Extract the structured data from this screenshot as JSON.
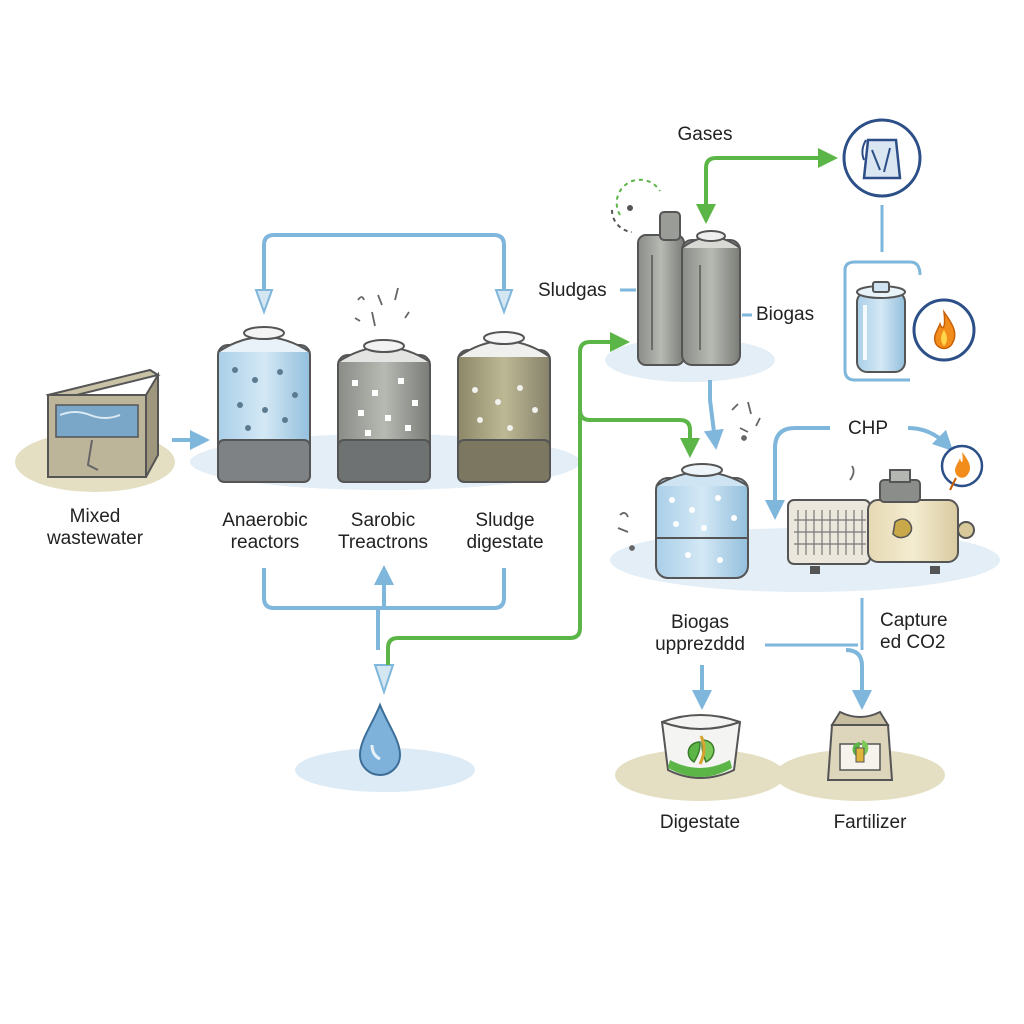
{
  "colors": {
    "water_blue": "#9cc6e3",
    "pipe_blue": "#7fb6dc",
    "pipe_green": "#5cb547",
    "sludge_olive": "#8f8b70",
    "steel_gray": "#7d7f79",
    "flame_orange": "#f28c1a",
    "icon_navy": "#2c4f88",
    "ground_beige": "#e4dfc2"
  },
  "labels": {
    "mixed_wastewater": [
      "Mixed",
      "wastewater"
    ],
    "anaerobic_reactors": [
      "Anaerobic",
      "reactors"
    ],
    "aerobic_treatment": [
      "Sarobic",
      "Treactrons"
    ],
    "sludge_digestate": [
      "Sludge",
      "digestate"
    ],
    "gases": "Gases",
    "sludgas": "Sludgas",
    "biogas": "Biogas",
    "chp": "CHP",
    "biogas_upgraded": [
      "Biogas",
      "upprezddd"
    ],
    "captured_co2": [
      "Capture",
      "ed CO2"
    ],
    "digestate": "Digestate",
    "fertilizer": "Fartilizer"
  },
  "icons": {
    "wastewater_tank": "tank-icon",
    "anaerobic_reactor": "reactor-icon",
    "aerobic_reactor": "reactor-icon",
    "sludge_tank": "tank-icon",
    "gas_holders": "gas-cylinder-icon",
    "gas_sensor": "gas-sensor-icon",
    "biogas_storage": "cylinder-icon",
    "flame": "flame-icon",
    "digester": "digester-icon",
    "chp_engine": "engine-icon",
    "water_drop": "water-drop-icon",
    "digestate_bag": "bag-leaf-icon",
    "fertilizer_bag": "fertilizer-bag-icon"
  }
}
